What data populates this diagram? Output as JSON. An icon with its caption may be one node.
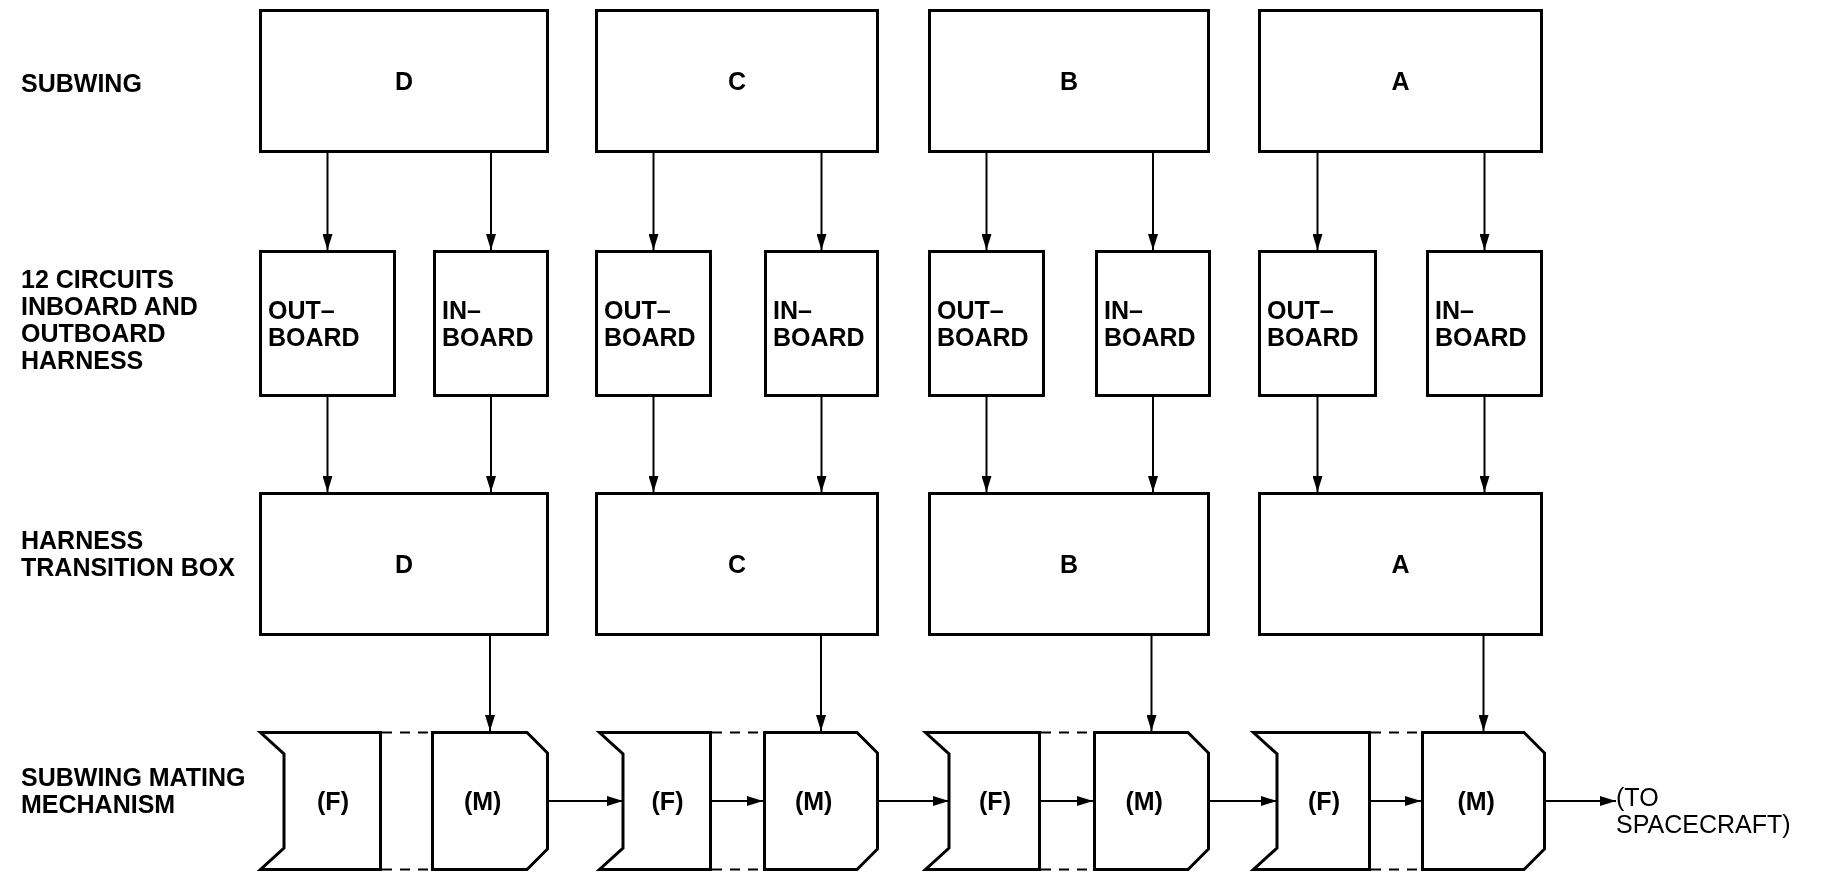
{
  "diagram": {
    "nodes": [
      {
        "text": [
          "D"
        ]
      },
      {
        "text": [
          "C"
        ]
      },
      {
        "text": [
          "B"
        ]
      },
      {
        "text": [
          "A"
        ]
      },
      {
        "text": [
          "OUT– BOARD"
        ]
      },
      {
        "text": [
          "IN– BOARD"
        ]
      },
      {
        "text": [
          "OUT– BOARD"
        ]
      },
      {
        "text": [
          "IN– BOARD"
        ]
      },
      {
        "text": [
          "OUT– BOARD"
        ]
      },
      {
        "text": [
          "IN– BOARD"
        ]
      },
      {
        "text": [
          "OUT– BOARD"
        ]
      },
      {
        "text": [
          "IN– BOARD"
        ]
      },
      {
        "text": [
          "D"
        ]
      },
      {
        "text": [
          "C"
        ]
      },
      {
        "text": [
          "B"
        ]
      },
      {
        "text": [
          "A"
        ]
      },
      {
        "text": [
          "(F)"
        ]
      },
      {
        "text": [
          "(M)"
        ]
      },
      {
        "text": [
          "(F)"
        ]
      },
      {
        "text": [
          "(M)"
        ]
      },
      {
        "text": [
          "(F)"
        ]
      },
      {
        "text": [
          "(M)"
        ]
      },
      {
        "text": [
          "(F)"
        ]
      },
      {
        "text": [
          "(M)"
        ]
      },
      {
        "text": [
          "(TO SPACECRAFT)"
        ]
      }
    ],
    "edges": [
      {
        "from": 0,
        "to": 4,
        "arrow": "to"
      },
      {
        "from": 0,
        "to": 5,
        "arrow": "to"
      },
      {
        "from": 1,
        "to": 6,
        "arrow": "to"
      },
      {
        "from": 1,
        "to": 7,
        "arrow": "to"
      },
      {
        "from": 2,
        "to": 8,
        "arrow": "to"
      },
      {
        "from": 2,
        "to": 9,
        "arrow": "to"
      },
      {
        "from": 3,
        "to": 10,
        "arrow": "to"
      },
      {
        "from": 3,
        "to": 11,
        "arrow": "to"
      },
      {
        "from": 4,
        "to": 12,
        "arrow": "to"
      },
      {
        "from": 5,
        "to": 12,
        "arrow": "to"
      },
      {
        "from": 6,
        "to": 13,
        "arrow": "to"
      },
      {
        "from": 7,
        "to": 13,
        "arrow": "to"
      },
      {
        "from": 8,
        "to": 14,
        "arrow": "to"
      },
      {
        "from": 9,
        "to": 14,
        "arrow": "to"
      },
      {
        "from": 10,
        "to": 15,
        "arrow": "to"
      },
      {
        "from": 11,
        "to": 15,
        "arrow": "to"
      },
      {
        "from": 12,
        "to": 17,
        "arrow": "to"
      },
      {
        "from": 13,
        "to": 19,
        "arrow": "to"
      },
      {
        "from": 14,
        "to": 21,
        "arrow": "to"
      },
      {
        "from": 15,
        "to": 23,
        "arrow": "to"
      },
      {
        "from": 16,
        "to": 17,
        "arrow": "none",
        "style": "dashed"
      },
      {
        "from": 16,
        "to": 17,
        "arrow": "none",
        "style": "dashed"
      },
      {
        "from": 18,
        "to": 19,
        "arrow": "none",
        "style": "dashed"
      },
      {
        "from": 18,
        "to": 19,
        "arrow": "none",
        "style": "dashed"
      },
      {
        "from": 20,
        "to": 21,
        "arrow": "none",
        "style": "dashed"
      },
      {
        "from": 20,
        "to": 21,
        "arrow": "none",
        "style": "dashed"
      },
      {
        "from": 22,
        "to": 23,
        "arrow": "none",
        "style": "dashed"
      },
      {
        "from": 22,
        "to": 23,
        "arrow": "none",
        "style": "dashed"
      },
      {
        "from": 17,
        "to": 18,
        "arrow": "to"
      },
      {
        "from": 18,
        "to": 19,
        "arrow": "to"
      },
      {
        "from": 19,
        "to": 20,
        "arrow": "to"
      },
      {
        "from": 20,
        "to": 21,
        "arrow": "to"
      },
      {
        "from": 21,
        "to": 22,
        "arrow": "to"
      },
      {
        "from": 22,
        "to": 23,
        "arrow": "to"
      },
      {
        "from": 23,
        "to": 24,
        "arrow": "to"
      }
    ],
    "labels": [
      "SUBWING",
      "12 CIRCUITS INBOARD AND OUTBOARD HARNESS",
      "HARNESS TRANSITION BOX",
      "SUBWING MATING MECHANISM"
    ]
  }
}
